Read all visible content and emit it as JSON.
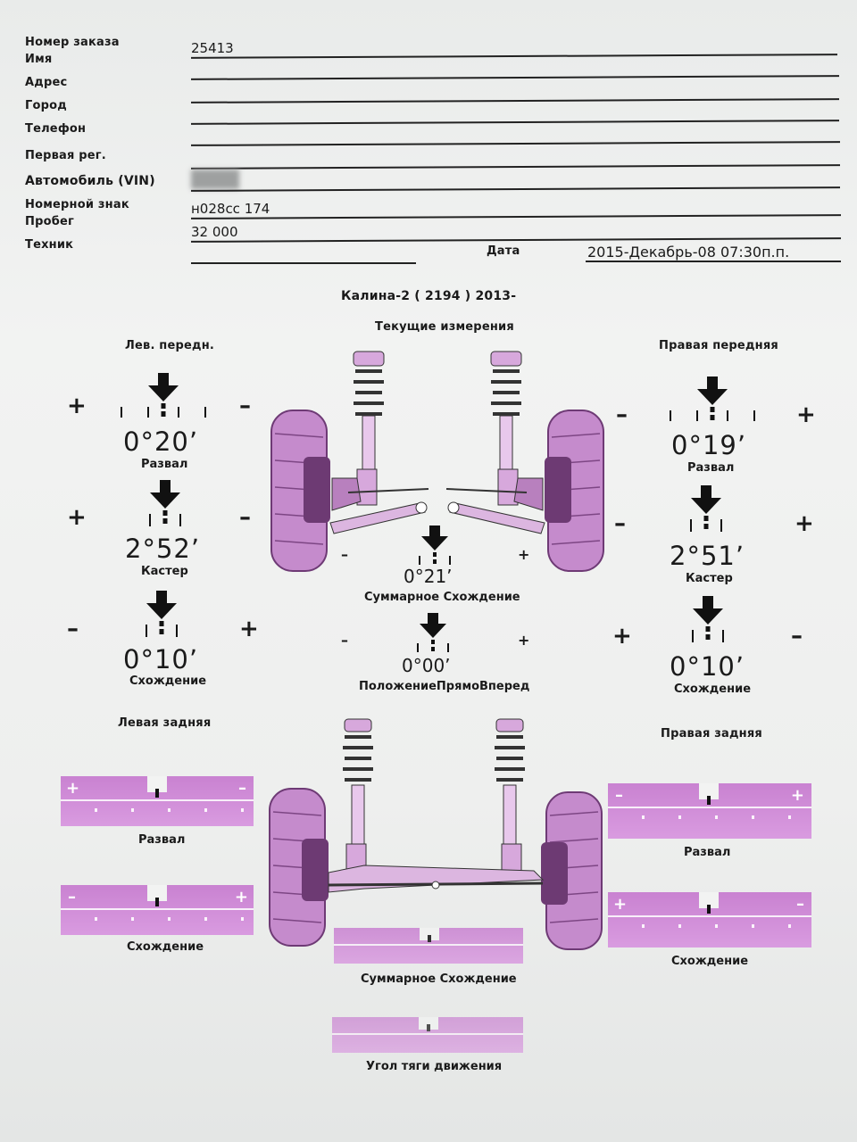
{
  "header": {
    "order_label": "Номер заказа",
    "order_value": "25413",
    "name_label": "Имя",
    "address_label": "Адрес",
    "city_label": "Город",
    "phone_label": "Телефон",
    "first_reg_label": "Первая рег.",
    "vin_label": "Автомобиль (VIN)",
    "plate_label": "Номерной знак",
    "plate_value": "н028сс 174",
    "mileage_label": "Пробег",
    "mileage_value": "32 000",
    "technician_label": "Техник",
    "date_label": "Дата",
    "date_value": "2015-Декабрь-08 07:30п.п."
  },
  "vehicle": {
    "model": "Калина-2 ( 2194 ) 2013-",
    "current_measurements": "Текущие измерения"
  },
  "front": {
    "left_title": "Лев. передн.",
    "right_title": "Правая передняя",
    "left": {
      "camber": {
        "value": "0°20’",
        "label": "Развал"
      },
      "caster": {
        "value": "2°52’",
        "label": "Кастер"
      },
      "toe": {
        "value": "0°10’",
        "label": "Схождение"
      }
    },
    "right": {
      "camber": {
        "value": "0°19’",
        "label": "Развал"
      },
      "caster": {
        "value": "2°51’",
        "label": "Кастер"
      },
      "toe": {
        "value": "0°10’",
        "label": "Схождение"
      }
    },
    "total_toe": {
      "value": "0°21’",
      "label": "Суммарное Схождение"
    },
    "steer_ahead": {
      "value": "0°00’",
      "label": "ПоложениеПрямоВперед"
    }
  },
  "rear": {
    "left_title": "Левая задняя",
    "right_title": "Правая задняя",
    "left_camber_label": "Развал",
    "left_toe_label": "Схождение",
    "right_camber_label": "Развал",
    "right_toe_label": "Схождение",
    "total_toe_label": "Суммарное Схождение",
    "thrust_angle_label": "Угол тяги движения"
  },
  "signs": {
    "plus": "+",
    "minus": "–"
  },
  "colors": {
    "band": "#d08ad6",
    "tire": "#c98fcf",
    "ink": "#111111"
  }
}
